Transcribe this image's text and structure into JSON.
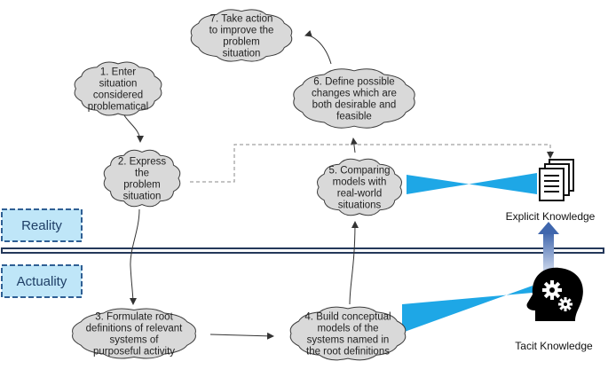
{
  "steps": [
    {
      "id": "1",
      "lines": [
        "1. Enter",
        "situation",
        "considered",
        "problematical"
      ]
    },
    {
      "id": "2",
      "lines": [
        "2. Express",
        "the",
        "problem",
        "situation"
      ]
    },
    {
      "id": "3",
      "lines": [
        "3. Formulate root",
        "definitions of relevant",
        "systems of",
        "purposeful activity"
      ]
    },
    {
      "id": "4",
      "lines": [
        "4. Build conceptual",
        "models of the",
        "systems named in",
        "the root definitions"
      ]
    },
    {
      "id": "5",
      "lines": [
        "5. Comparing",
        "models with",
        "real-world",
        "situations"
      ]
    },
    {
      "id": "6",
      "lines": [
        "6. Define possible",
        "changes which are",
        "both desirable and",
        "feasible"
      ]
    },
    {
      "id": "7",
      "lines": [
        "7. Take action",
        "to improve the",
        "problem",
        "situation"
      ]
    }
  ],
  "regions": {
    "reality": "Reality",
    "actuality": "Actuality"
  },
  "knowledge": {
    "explicit": "Explicit Knowledge",
    "tacit": "Tacit Knowledge"
  },
  "colors": {
    "cloud_fill": "#d9d9d9",
    "cloud_stroke": "#3c3c3c",
    "region_box_fill": "#bfe6f8",
    "region_box_stroke": "#2f5f94",
    "beam": "#1ea7e6",
    "knowledge_arrow": "#4a6fb0",
    "divider": "#24385a"
  },
  "icons": {
    "explicit": "document-stack-icon",
    "tacit": "head-gears-icon"
  }
}
